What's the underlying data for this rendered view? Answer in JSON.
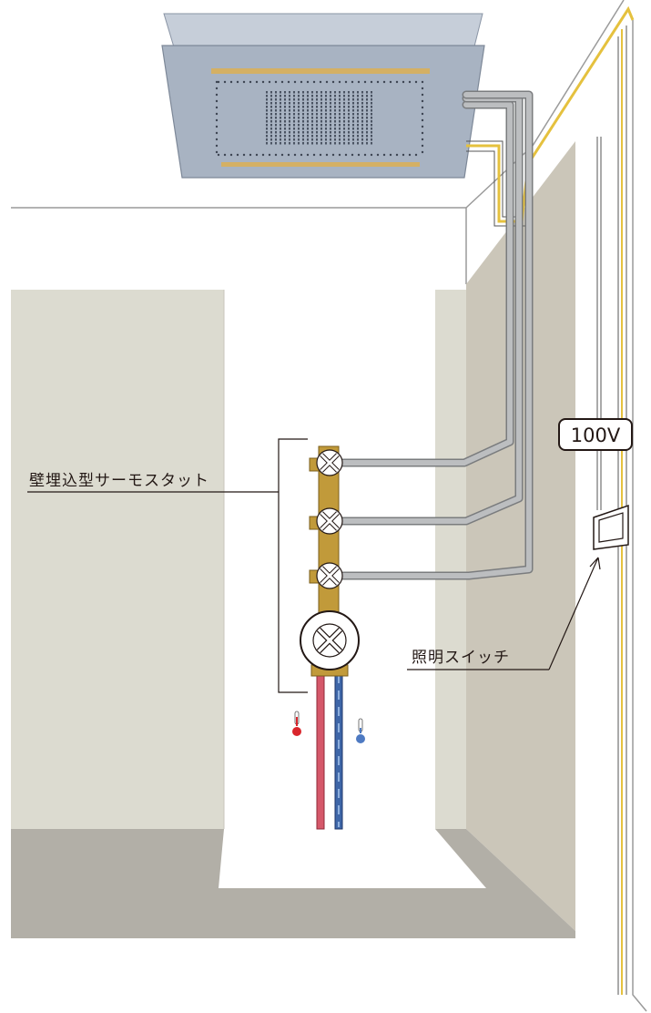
{
  "labels": {
    "thermostat": "壁埋込型サーモスタット",
    "light_switch": "照明スイッチ",
    "voltage": "100V"
  },
  "colors": {
    "wall_left": "#dcdbd0",
    "wall_right": "#cbc6b9",
    "floor": "#b2afa7",
    "ceiling_unit": "#a8b3c2",
    "brass": "#c19a3a",
    "pipe_grey": "#bcbec0",
    "hot_pipe": "#d5586a",
    "cold_pipe": "#3e66a8",
    "hot_indicator": "#d9262c",
    "cold_indicator": "#4e7ac2",
    "wire_yellow": "#e5c13e"
  },
  "icons": [
    "hot-thermometer-icon",
    "cold-thermometer-icon",
    "valve-x-icon"
  ]
}
